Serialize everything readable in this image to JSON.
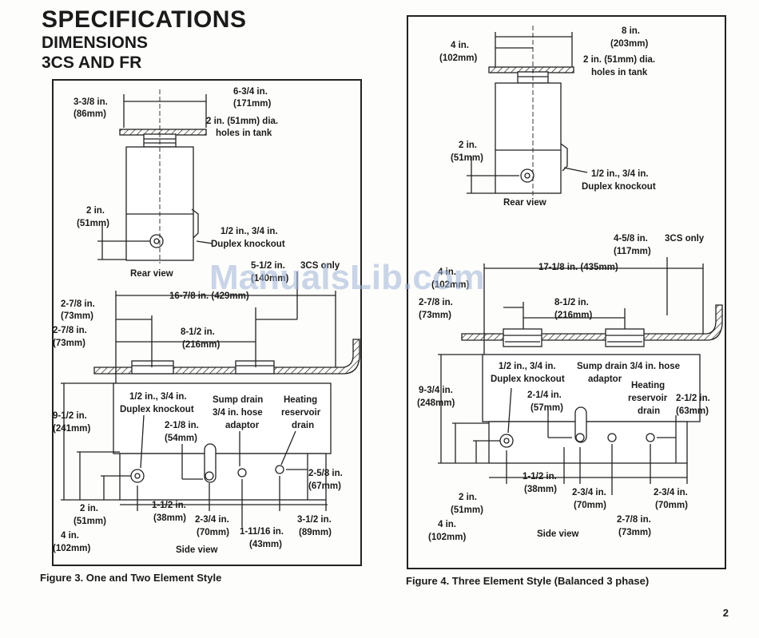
{
  "header": {
    "title": "SPECIFICATIONS",
    "subtitle": "DIMENSIONS",
    "model": "3CS AND FR"
  },
  "watermark": "ManualsLib.com",
  "figure3": {
    "caption": "Figure 3. One and Two Element Style",
    "labels": {
      "d_3_3_8": "3-3/8 in.",
      "d_86mm": "(86mm)",
      "d_6_3_4": "6-3/4 in.",
      "d_171mm": "(171mm)",
      "holes1": "2 in. (51mm) dia.",
      "holes2": "holes in tank",
      "d_2in": "2 in.",
      "d_51mm": "(51mm)",
      "knock1": "1/2 in., 3/4 in.",
      "knock2": "Duplex knockout",
      "rear_view": "Rear view",
      "d_5_1_2": "5-1/2 in.",
      "cs_only": "3CS only",
      "d_140mm": "(140mm)",
      "d_16_7_8": "16-7/8 in. (429mm)",
      "d_2_7_8a": "2-7/8 in.",
      "d_73mm_a": "(73mm)",
      "d_2_7_8b": "2-7/8 in.",
      "d_73mm_b": "(73mm)",
      "d_8_1_2": "8-1/2 in.",
      "d_216mm": "(216mm)",
      "d_9_1_2": "9-1/2 in.",
      "d_241mm": "(241mm)",
      "sknock1": "1/2 in., 3/4 in.",
      "sknock2": "Duplex knockout",
      "sump1": "Sump drain",
      "sump2": "3/4 in. hose",
      "sump3": "adaptor",
      "heat1": "Heating",
      "heat2": "reservoir",
      "heat3": "drain",
      "d_2_1_8": "2-1/8 in.",
      "d_54mm": "(54mm)",
      "d_2_5_8": "2-5/8 in.",
      "d_67mm": "(67mm)",
      "d_2in_s": "2 in.",
      "d_51mm_s": "(51mm)",
      "d_1_1_2": "1-1/2 in.",
      "d_38mm": "(38mm)",
      "d_2_3_4": "2-3/4 in.",
      "d_70mm": "(70mm)",
      "d_1_11_16": "1-11/16 in.",
      "d_43mm": "(43mm)",
      "d_3_1_2": "3-1/2 in.",
      "d_89mm": "(89mm)",
      "d_4in": "4 in.",
      "d_102mm": "(102mm)",
      "side_view": "Side view"
    }
  },
  "figure4": {
    "caption": "Figure 4. Three Element Style (Balanced 3 phase)",
    "labels": {
      "d_8in": "8 in.",
      "d_203mm": "(203mm)",
      "d_4in": "4 in.",
      "d_102mm": "(102mm)",
      "holes1": "2 in. (51mm) dia.",
      "holes2": "holes in tank",
      "d_2in": "2 in.",
      "d_51mm": "(51mm)",
      "knock1": "1/2 in., 3/4 in.",
      "knock2": "Duplex knockout",
      "rear_view": "Rear view",
      "d_4_5_8": "4-5/8 in.",
      "cs_only": "3CS only",
      "d_117mm": "(117mm)",
      "d_4in_b": "4 in.",
      "d_102mm_b": "(102mm)",
      "d_17_1_8": "17-1/8 in. (435mm)",
      "d_2_7_8": "2-7/8 in.",
      "d_73mm": "(73mm)",
      "d_8_1_2": "8-1/2 in.",
      "d_216mm": "(216mm)",
      "d_9_3_4": "9-3/4 in.",
      "d_248mm": "(248mm)",
      "sknock1": "1/2 in., 3/4 in.",
      "sknock2": "Duplex knockout",
      "sump1": "Sump drain 3/4 in. hose",
      "sump2": "adaptor",
      "heat1": "Heating",
      "heat2": "reservoir",
      "heat3": "drain",
      "d_2_1_4": "2-1/4 in.",
      "d_57mm": "(57mm)",
      "d_2_1_2": "2-1/2 in.",
      "d_63mm": "(63mm)",
      "d_1_1_2": "1-1/2 in.",
      "d_38mm": "(38mm)",
      "d_2in_s": "2 in.",
      "d_51mm_s": "(51mm)",
      "d_2_3_4a": "2-3/4 in.",
      "d_70mm_a": "(70mm)",
      "d_2_3_4b": "2-3/4 in.",
      "d_70mm_b": "(70mm)",
      "d_4in_s": "4 in.",
      "d_102mm_s": "(102mm)",
      "d_2_7_8_s": "2-7/8 in.",
      "d_73mm_s": "(73mm)",
      "side_view": "Side view"
    }
  },
  "footer": {
    "page_number": "2"
  }
}
